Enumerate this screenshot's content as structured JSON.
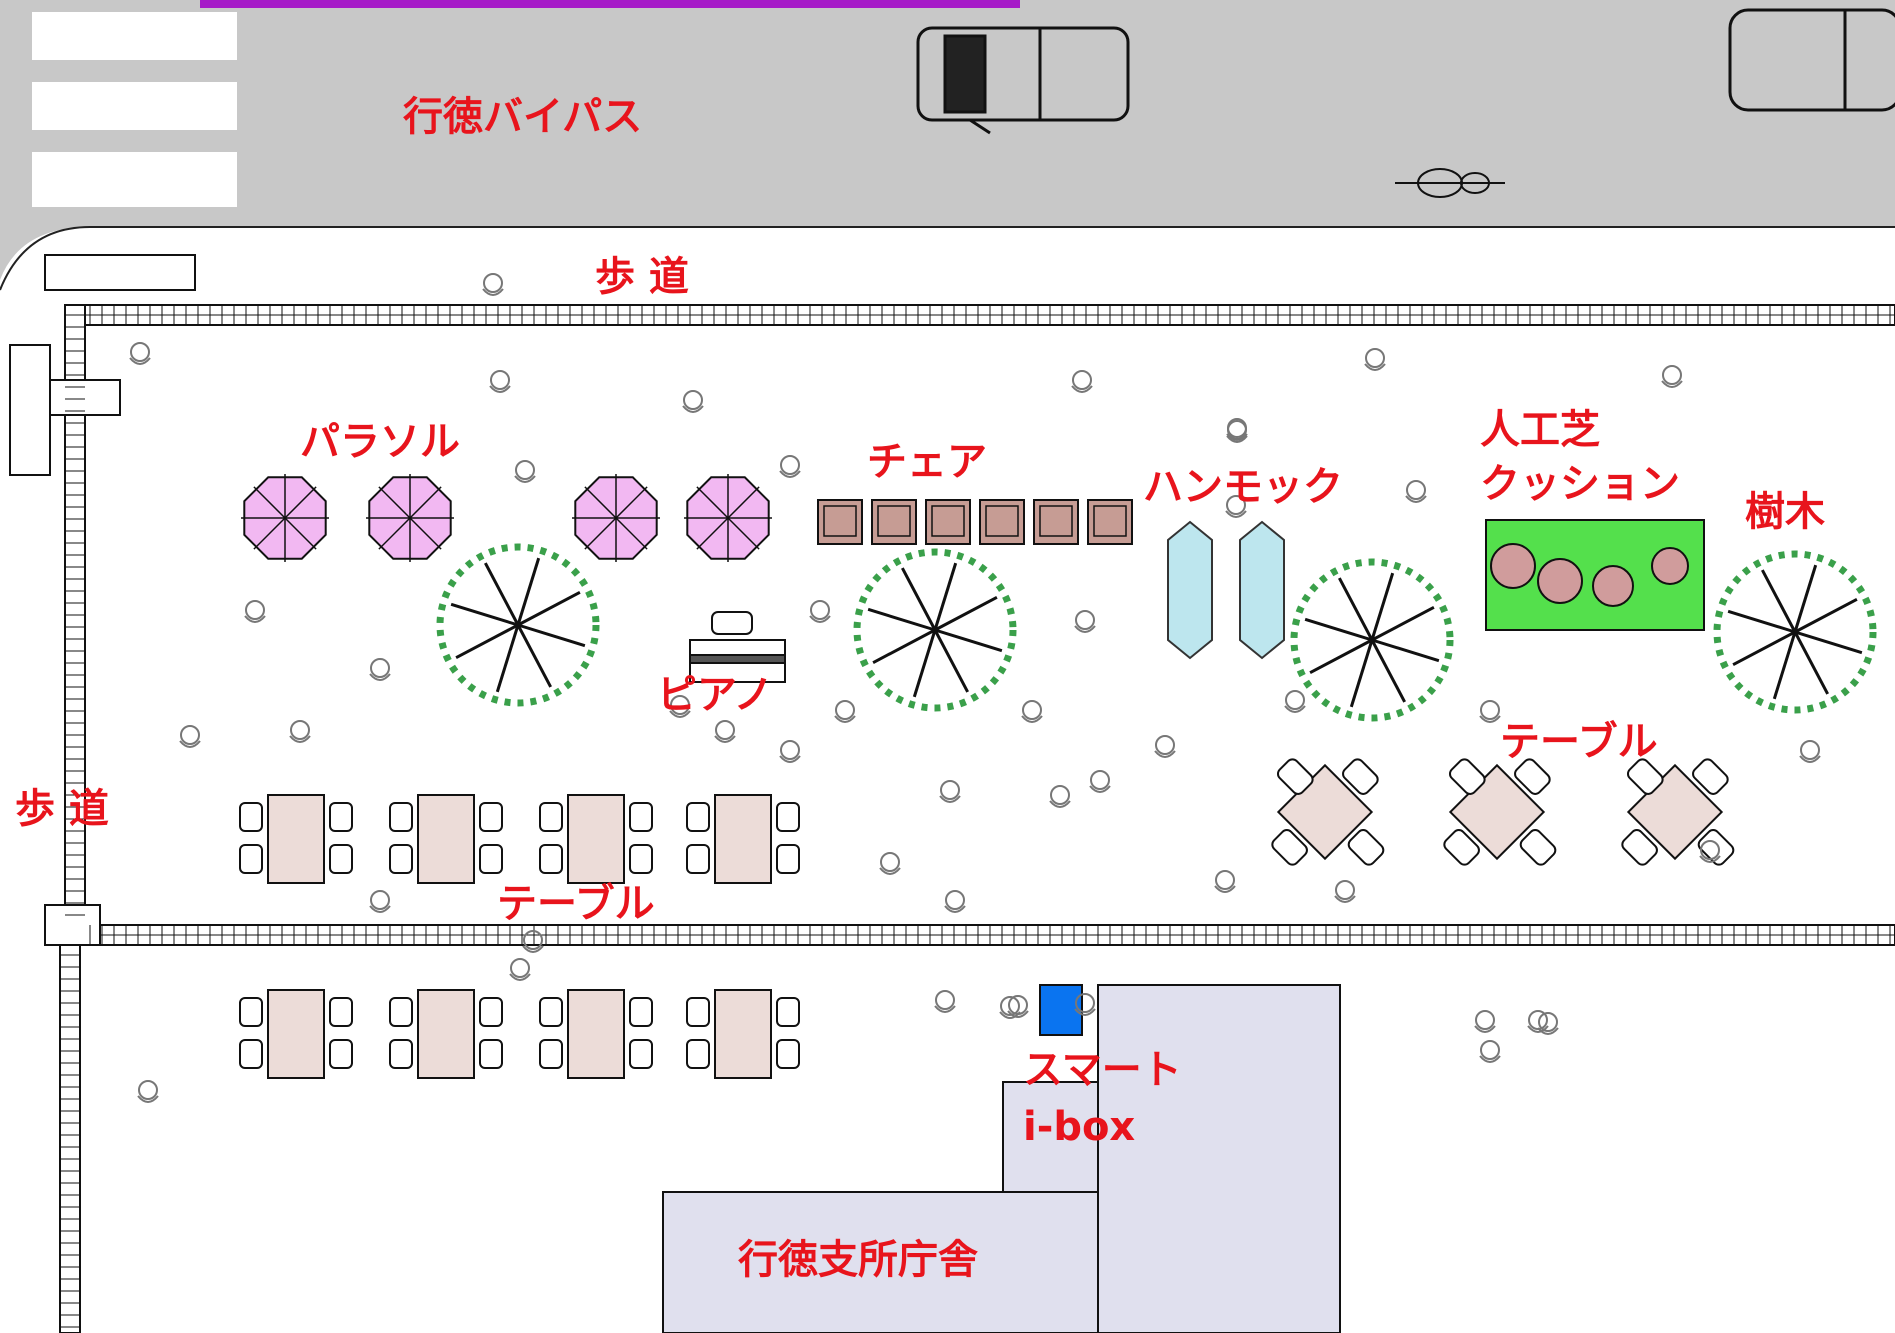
{
  "title_fragment": "",
  "labels": {
    "road": "行徳バイパス",
    "sidewalk_top": "歩  道",
    "sidewalk_left": "歩  道",
    "parasol": "パラソル",
    "chair": "チェア",
    "hammock": "ハンモック",
    "turf_line1": "人工芝",
    "turf_line2": "クッション",
    "tree": "樹木",
    "piano": "ピアノ",
    "table_right": "テーブル",
    "table_left": "テーブル",
    "smart_line1": "スマート",
    "smart_line2": "i-box",
    "building": "行徳支所庁舎"
  },
  "colors": {
    "label_red": "#e8141c",
    "road_gray": "#c8c8c8",
    "parasol_pink": "#f2b8f2",
    "turf_green": "#54e04c",
    "chair_brown": "#c69c94",
    "table_fill": "#ecdcd8",
    "building_fill": "#e0e0ee",
    "ibox_blue": "#0a74f0",
    "hammock_blue": "#bde6ee",
    "tree_green": "#3aa04a"
  }
}
